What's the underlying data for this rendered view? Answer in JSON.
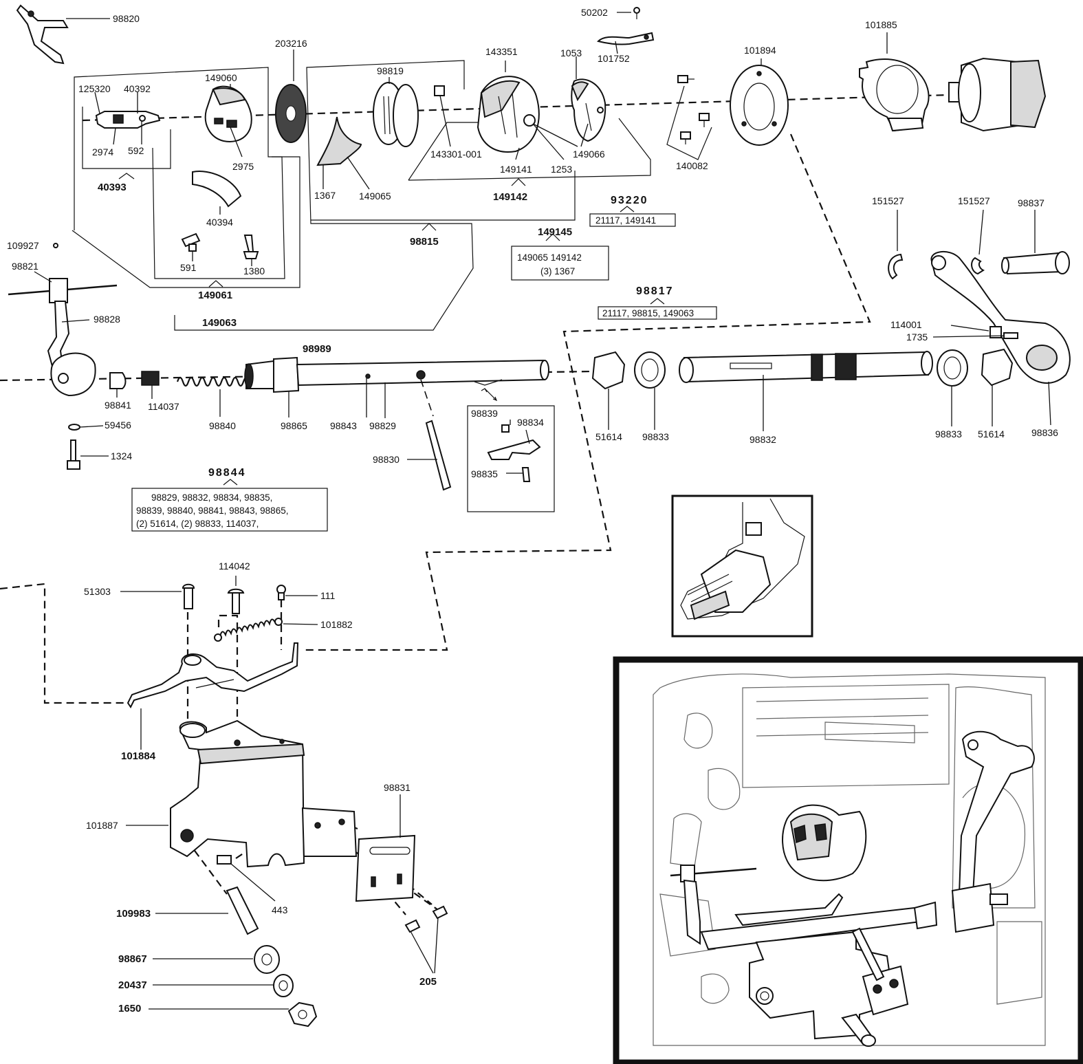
{
  "diagram": {
    "labels": {
      "p98820": "98820",
      "p50202": "50202",
      "p101752": "101752",
      "p101885": "101885",
      "p203216": "203216",
      "p143351": "143351",
      "p1053": "1053",
      "p101894": "101894",
      "p98819": "98819",
      "p149060": "149060",
      "p125320": "125320",
      "p40392": "40392",
      "p2974": "2974",
      "p592": "592",
      "p2975": "2975",
      "p40393": "40393",
      "p40394": "40394",
      "p591": "591",
      "p1380": "1380",
      "p149061": "149061",
      "p149063": "149063",
      "p98989": "98989",
      "p1367": "1367",
      "p149065": "149065",
      "p143301": "143301-001",
      "p149141": "149141",
      "p1253": "1253",
      "p149066": "149066",
      "p140082": "140082",
      "p149142": "149142",
      "p98815": "98815",
      "p93220": "93220",
      "p149145": "149145",
      "p98817": "98817",
      "p151527a": "151527",
      "p151527b": "151527",
      "p98837": "98837",
      "p114001": "114001",
      "p1735": "1735",
      "p109927": "109927",
      "p98821": "98821",
      "p98828": "98828",
      "p98841": "98841",
      "p114037": "114037",
      "p98840": "98840",
      "p98865": "98865",
      "p98843": "98843",
      "p98829": "98829",
      "p98830": "98830",
      "p98839": "98839",
      "p98834": "98834",
      "p98835": "98835",
      "p59456": "59456",
      "p1324": "1324",
      "p51614a": "51614",
      "p98833a": "98833",
      "p98832": "98832",
      "p98833b": "98833",
      "p51614b": "51614",
      "p98836": "98836",
      "p98844": "98844",
      "p114042": "114042",
      "p51303": "51303",
      "p111": "111",
      "p101882": "101882",
      "p101884": "101884",
      "p101887": "101887",
      "p98831": "98831",
      "p443": "443",
      "p109983": "109983",
      "p98867": "98867",
      "p20437": "20437",
      "p1650": "1650",
      "p205": "205"
    },
    "kits": {
      "k93220": "21117, 149141",
      "k149145_l1": "149065  149142",
      "k149145_l2": "(3) 1367",
      "k98817": "21117, 98815, 149063",
      "k98844_l1": "98829, 98832, 98834, 98835,",
      "k98844_l2": "98839, 98840, 98841, 98843, 98865,",
      "k98844_l3": "(2) 51614, (2) 98833, 114037,"
    }
  }
}
